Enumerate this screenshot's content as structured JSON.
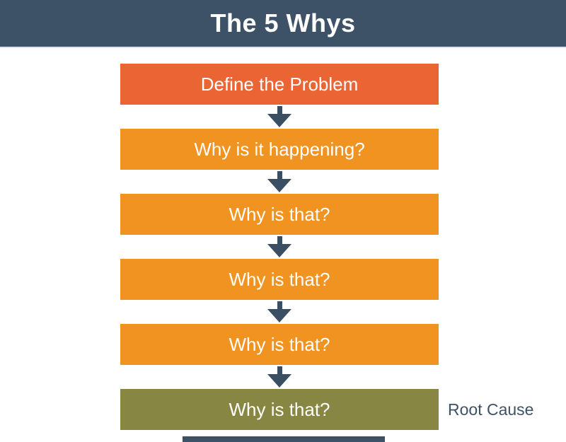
{
  "title": "The 5 Whys",
  "annotation": "Root Cause",
  "colors": {
    "band": "#3d5266",
    "arrow": "#3a4f63",
    "first_step": "#eb6434",
    "middle_step": "#f19320",
    "root_step": "#878642",
    "step_text": "#ffffff",
    "annotation_text": "#3e5266"
  },
  "steps": [
    {
      "label": "Define the Problem",
      "color": "#eb6434"
    },
    {
      "label": "Why is it happening?",
      "color": "#f19320"
    },
    {
      "label": "Why is that?",
      "color": "#f19320"
    },
    {
      "label": "Why is that?",
      "color": "#f19320"
    },
    {
      "label": "Why is that?",
      "color": "#f19320"
    },
    {
      "label": "Why is that?",
      "color": "#878642"
    }
  ]
}
